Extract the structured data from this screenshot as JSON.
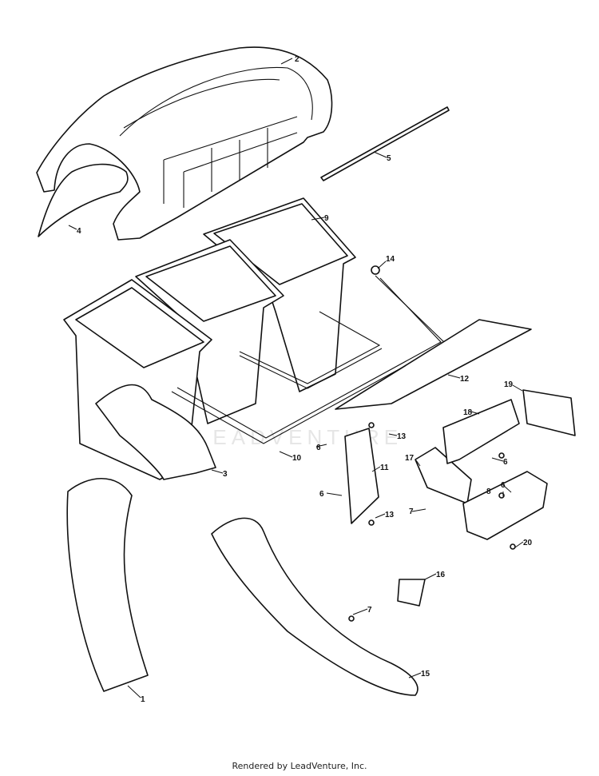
{
  "callouts": [
    {
      "id": "c1",
      "label": "1"
    },
    {
      "id": "c2",
      "label": "2"
    },
    {
      "id": "c3",
      "label": "3"
    },
    {
      "id": "c4",
      "label": "4"
    },
    {
      "id": "c5",
      "label": "5"
    },
    {
      "id": "c6a",
      "label": "6"
    },
    {
      "id": "c6b",
      "label": "6"
    },
    {
      "id": "c6c",
      "label": "6"
    },
    {
      "id": "c6d",
      "label": "6"
    },
    {
      "id": "c7a",
      "label": "7"
    },
    {
      "id": "c7b",
      "label": "7"
    },
    {
      "id": "c8",
      "label": "8"
    },
    {
      "id": "c9",
      "label": "9"
    },
    {
      "id": "c10",
      "label": "10"
    },
    {
      "id": "c11",
      "label": "11"
    },
    {
      "id": "c12",
      "label": "12"
    },
    {
      "id": "c13a",
      "label": "13"
    },
    {
      "id": "c13b",
      "label": "13"
    },
    {
      "id": "c14",
      "label": "14"
    },
    {
      "id": "c15",
      "label": "15"
    },
    {
      "id": "c16",
      "label": "16"
    },
    {
      "id": "c17",
      "label": "17"
    },
    {
      "id": "c18",
      "label": "18"
    },
    {
      "id": "c19",
      "label": "19"
    },
    {
      "id": "c20",
      "label": "20"
    }
  ],
  "watermark": "LEADVENTURE",
  "footer": "Rendered by LeadVenture, Inc."
}
